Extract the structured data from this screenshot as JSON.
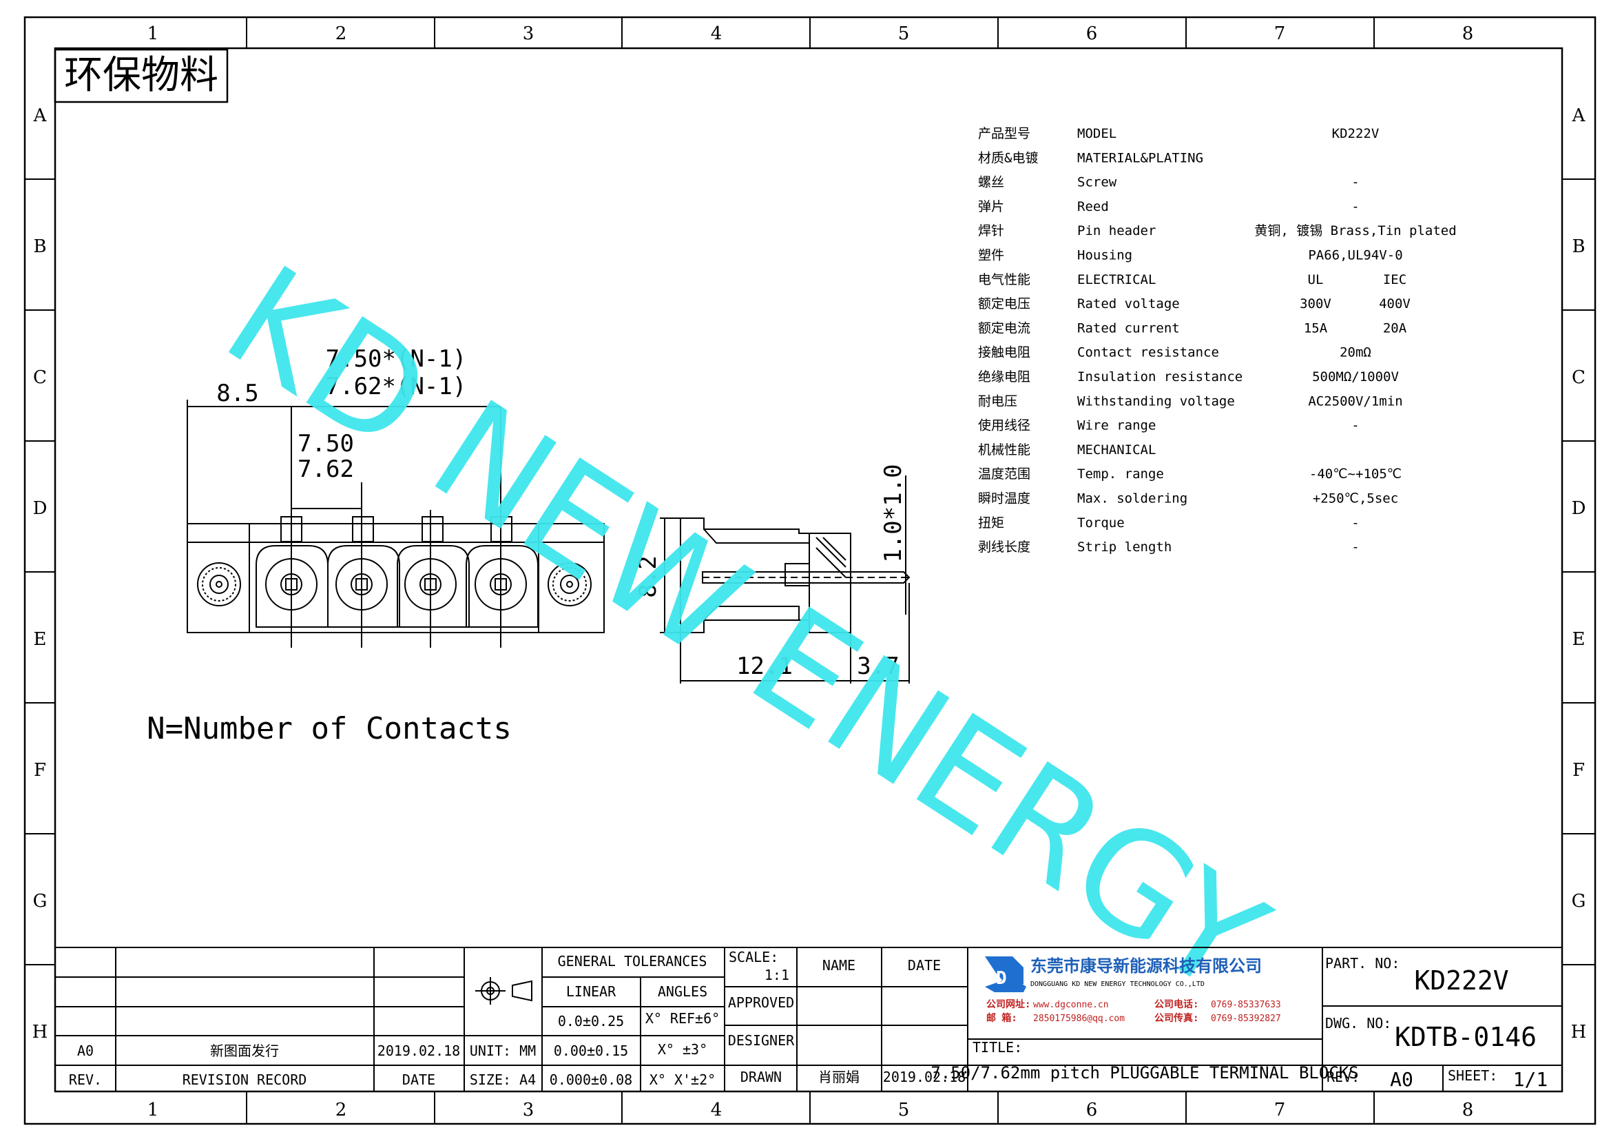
{
  "frame": {
    "zone_columns": [
      "1",
      "2",
      "3",
      "4",
      "5",
      "6",
      "7",
      "8"
    ],
    "zone_rows": [
      "A",
      "B",
      "C",
      "D",
      "E",
      "F",
      "G",
      "H"
    ]
  },
  "stamp": "环保物料",
  "watermark": "KD NEW ENERGY",
  "spec_table": [
    {
      "cn": "产品型号",
      "en": "MODEL",
      "value": "KD222V"
    },
    {
      "cn": "材质&电镀",
      "en": "MATERIAL&PLATING",
      "value": ""
    },
    {
      "cn": "螺丝",
      "en": "Screw",
      "value": "-"
    },
    {
      "cn": "弹片",
      "en": "Reed",
      "value": "-"
    },
    {
      "cn": "焊针",
      "en": "Pin header",
      "value": "黄铜, 镀锡 Brass,Tin plated"
    },
    {
      "cn": "塑件",
      "en": "Housing",
      "value": "PA66,UL94V-0"
    },
    {
      "cn": "电气性能",
      "en": "ELECTRICAL",
      "value_ul": "UL",
      "value_iec": "IEC"
    },
    {
      "cn": "额定电压",
      "en": "Rated voltage",
      "value_ul": "300V",
      "value_iec": "400V"
    },
    {
      "cn": "额定电流",
      "en": "Rated current",
      "value_ul": "15A",
      "value_iec": "20A"
    },
    {
      "cn": "接触电阻",
      "en": "Contact resistance",
      "value": "20mΩ"
    },
    {
      "cn": "绝缘电阻",
      "en": "Insulation resistance",
      "value": "500MΩ/1000V"
    },
    {
      "cn": "耐电压",
      "en": "Withstanding voltage",
      "value": "AC2500V/1min"
    },
    {
      "cn": "使用线径",
      "en": "Wire range",
      "value": "-"
    },
    {
      "cn": "机械性能",
      "en": "MECHANICAL",
      "value": ""
    },
    {
      "cn": "温度范围",
      "en": "Temp. range",
      "value": "-40℃~+105℃"
    },
    {
      "cn": "瞬时温度",
      "en": "Max. soldering",
      "value": "+250℃,5sec"
    },
    {
      "cn": "扭矩",
      "en": "Torque",
      "value": "-"
    },
    {
      "cn": "剥线长度",
      "en": "Strip length",
      "value": "-"
    }
  ],
  "dimensions": {
    "front_left": "8.5",
    "front_span_a": "7.50*(N-1)",
    "front_span_b": "7.62*(N-1)",
    "front_pitch_a": "7.50",
    "front_pitch_b": "7.62",
    "side_height": "8.2",
    "side_pin": "1.0*1.0",
    "side_length": "12.1",
    "side_pin_len": "3.7"
  },
  "note": "N=Number of Contacts",
  "title_block": {
    "general_tolerances": "GENERAL TOLERANCES",
    "linear": "LINEAR",
    "angles": "ANGLES",
    "tol1": "0.0±0.25",
    "tol2": "0.00±0.15",
    "tol3": "0.000±0.08",
    "ang1": "X° REF±6°",
    "ang2": "X° ±3°",
    "ang3": "X° X'±2°",
    "scale_label": "SCALE:",
    "scale_value": "1:1",
    "name_label": "NAME",
    "date_label": "DATE",
    "approved": "APPROVED",
    "designer": "DESIGNER",
    "drawn": "DRAWN",
    "drawn_name": "肖丽娟",
    "drawn_date": "2019.02.18",
    "unit": "UNIT: MM",
    "size": "SIZE: A4",
    "rev_code": "A0",
    "rev_desc": "新图面发行",
    "rev_date": "2019.02.18",
    "rev_label": "REV.",
    "revision_record": "REVISION RECORD",
    "date_col": "DATE",
    "company_cn": "东莞市康导新能源科技有限公司",
    "company_en": "DONGGUANG KD NEW ENERGY TECHNOLOGY CO.,LTD",
    "web_label": "公司网址:",
    "web": "www.dgconne.cn",
    "tel_label": "公司电话:",
    "tel": "0769-85337633",
    "mail_label": "邮    箱:",
    "mail": "2850175986@qq.com",
    "fax_label": "公司传真:",
    "fax": "0769-85392827",
    "title_label": "TITLE:",
    "title": "7.50/7.62mm pitch PLUGGABLE TERMINAL BLOCKS",
    "part_no_label": "PART. NO:",
    "part_no": "KD222V",
    "dwg_no_label": "DWG. NO:",
    "dwg_no": "KDTB-0146",
    "rev_field_label": "REV:",
    "rev_field": "A0",
    "sheet_label": "SHEET:",
    "sheet": "1/1"
  }
}
